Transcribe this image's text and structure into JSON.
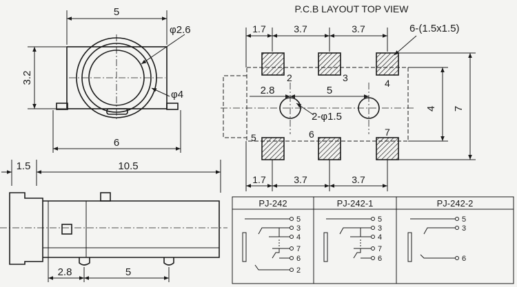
{
  "title": "P.C.B LAYOUT  TOP VIEW",
  "front_view": {
    "dim_width": "5",
    "dim_hole": "φ2.6",
    "dim_height": "3.2",
    "dim_outer": "φ4",
    "dim_base": "6"
  },
  "side_view": {
    "dim_front": "1.5",
    "dim_length": "10.5",
    "dim_pin_offset": "2.8",
    "dim_pin_pitch": "5"
  },
  "pcb": {
    "pitch_left": "1.7",
    "pitch_mid": "3.7",
    "pitch_right": "3.7",
    "pads_label": "6-(1.5x1.5)",
    "hole_offset": "2.8",
    "hole_spacing": "5",
    "holes_label": "2-φ1.5",
    "dim_inner": "4",
    "dim_outer": "7",
    "bottom_left": "1.7",
    "bottom_mid": "3.7",
    "bottom_right": "3.7",
    "pad_numbers": [
      "2",
      "3",
      "4",
      "5",
      "6",
      "7"
    ]
  },
  "schematics": [
    {
      "model": "PJ-242",
      "pins": [
        "5",
        "3",
        "4",
        "7",
        "6",
        "2"
      ]
    },
    {
      "model": "PJ-242-1",
      "pins": [
        "5",
        "3",
        "4",
        "7",
        "6"
      ]
    },
    {
      "model": "PJ-242-2",
      "pins": [
        "5",
        "3",
        "6"
      ]
    }
  ]
}
